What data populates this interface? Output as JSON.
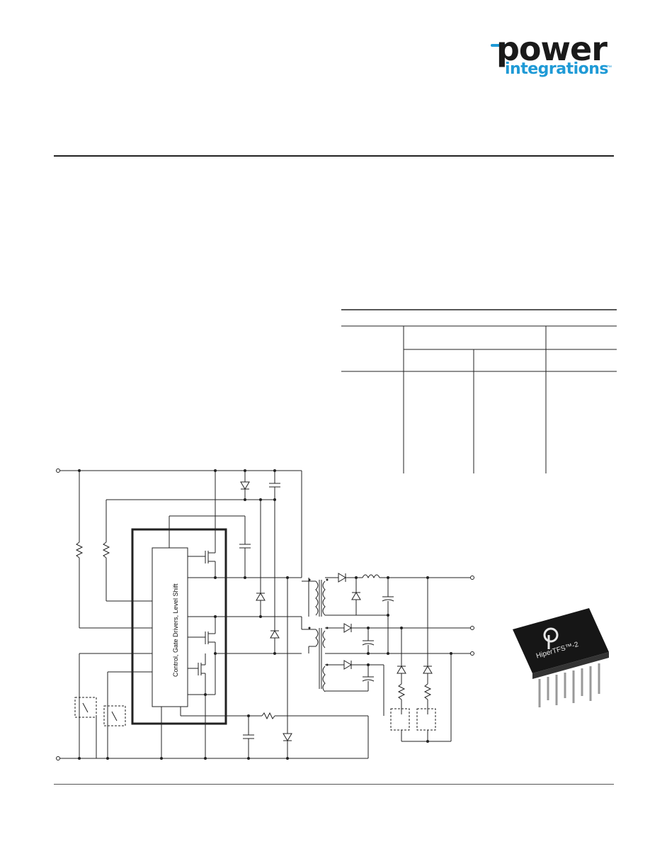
{
  "logo": {
    "word1": "power",
    "word2": "integrations",
    "tm": "™",
    "accent_color": "#1f9ad6",
    "icon": "power-integrations-logo-icon"
  },
  "schematic": {
    "ic_block_label": "Control, Gate Drivers, Level Shift",
    "icon": "circuit-schematic-icon"
  },
  "chip_photo": {
    "label": "HiperTFS™-2",
    "icon": "ic-package-photo-icon"
  }
}
